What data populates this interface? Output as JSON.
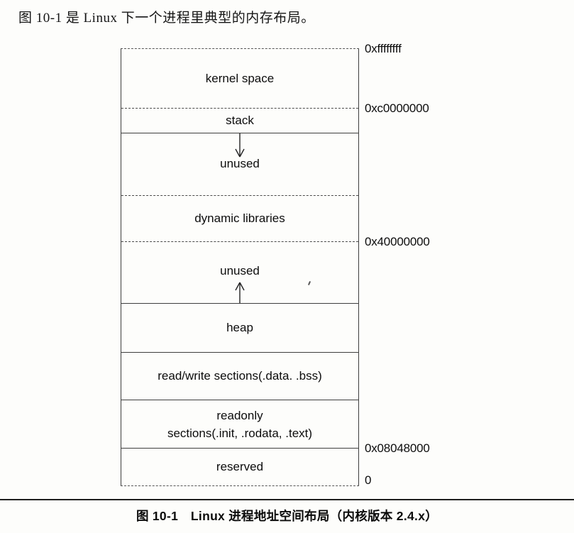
{
  "page": {
    "intro_text": "图 10-1 是 Linux 下一个进程里典型的内存布局。",
    "caption": "图 10-1　Linux 进程地址空间布局（内核版本 2.4.x）"
  },
  "figure": {
    "regions": [
      {
        "label": "kernel space"
      },
      {
        "label": "stack"
      },
      {
        "label": "unused",
        "icon": "arrow-down-icon"
      },
      {
        "label": "dynamic libraries"
      },
      {
        "label": "unused",
        "icon": "arrow-up-icon"
      },
      {
        "label": "heap"
      },
      {
        "label": "read/write sections(.data. .bss)"
      },
      {
        "label": "readonly\nsections(.init, .rodata, .text)"
      },
      {
        "label": "reserved"
      }
    ],
    "addresses": [
      {
        "text": "0xffffffff"
      },
      {
        "text": "0xc0000000"
      },
      {
        "text": "0x40000000"
      },
      {
        "text": "0x08048000"
      },
      {
        "text": "0"
      }
    ]
  },
  "colors": {
    "background": "#fdfdfb",
    "ink": "#0c0c0c",
    "line": "#3e3e3e"
  }
}
